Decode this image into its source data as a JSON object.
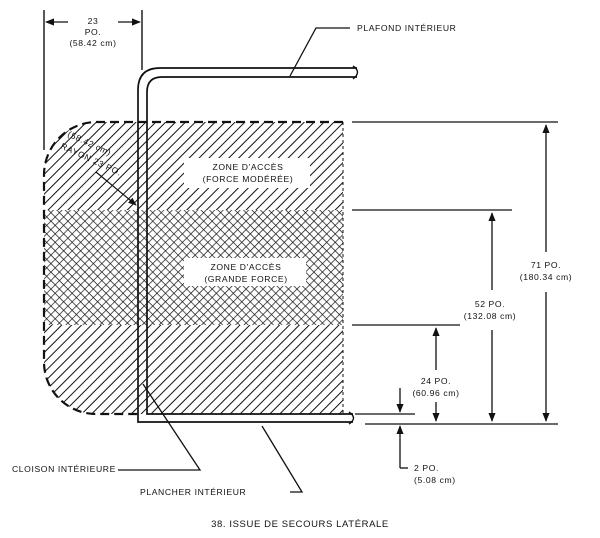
{
  "labels": {
    "width_value": "23",
    "width_unit": "PO.",
    "width_cm": "(58.42 cm)",
    "ceiling": "PLAFOND INTÉRIEUR",
    "radius_cm": "(58.42 cm)",
    "radius": "RAYON 23 PO.",
    "zone_moderate_line1": "ZONE D'ACCÈS",
    "zone_moderate_line2": "(FORCE MODÉRÉE)",
    "zone_high_line1": "ZONE D'ACCÈS",
    "zone_high_line2": "(GRANDE FORCE)",
    "dim71_in": "71 PO.",
    "dim71_cm": "(180.34 cm)",
    "dim52_in": "52 PO.",
    "dim52_cm": "(132.08 cm)",
    "dim24_in": "24 PO.",
    "dim24_cm": "(60.96 cm)",
    "dim2_in": "2 PO.",
    "dim2_cm": "(5.08 cm)",
    "wall": "CLOISON INTÉRIEURE",
    "floor": "PLANCHER INTÉRIEUR",
    "caption": "38. ISSUE DE SECOURS LATÉRALE"
  },
  "colors": {
    "ink": "#111111",
    "background": "#ffffff"
  }
}
